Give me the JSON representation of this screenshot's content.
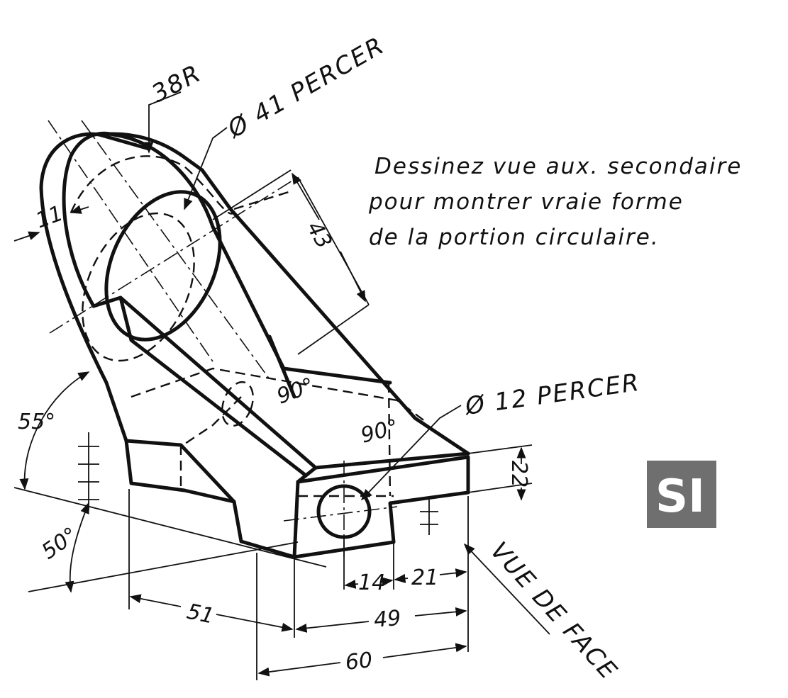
{
  "callouts": {
    "radius": "38R",
    "big_hole": "Ø 41 PERCER",
    "small_hole": "Ø 12 PERCER",
    "view_direction": "VUE DE FACE"
  },
  "instructions": {
    "line1": "Dessinez vue  aux. secondaire",
    "line2": "pour montrer  vraie forme",
    "line3": "de la portion  circulaire."
  },
  "dimensions": {
    "d11": "11",
    "d43": "43",
    "d22": "22",
    "d51": "51",
    "d49": "49",
    "d60": "60",
    "d14": "14",
    "d21": "21",
    "a55": "55°",
    "a50": "50°",
    "a90_top": "90°",
    "a90_right": "90°"
  },
  "badge": {
    "label": "SI",
    "color": "#6f6f6f"
  }
}
